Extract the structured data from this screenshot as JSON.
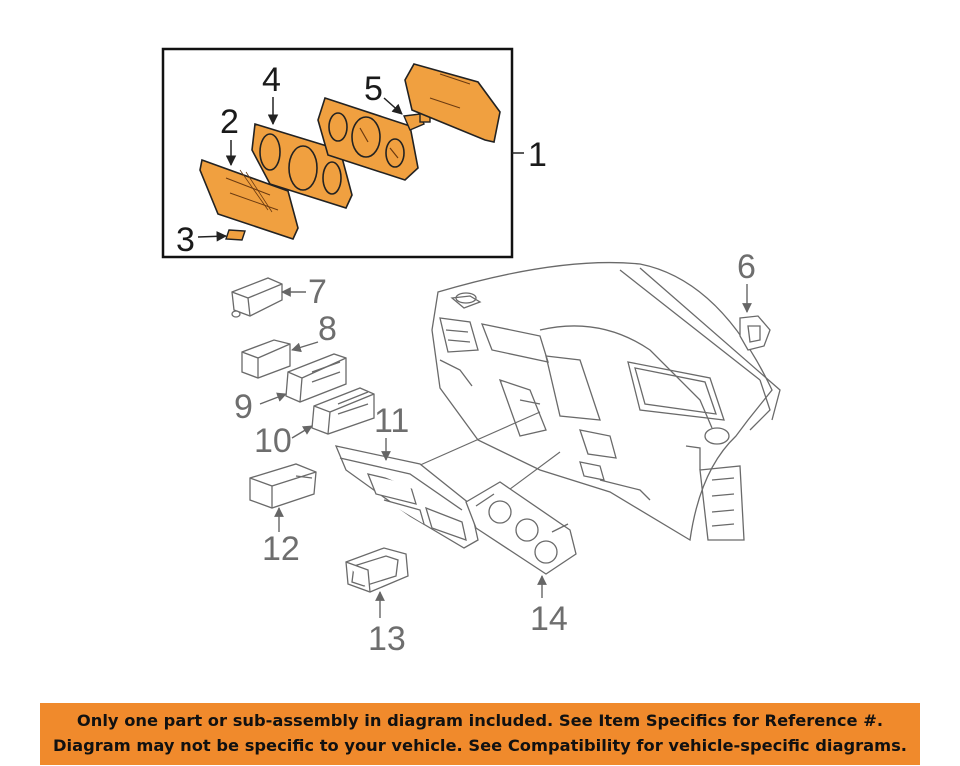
{
  "callouts": {
    "c1": "1",
    "c2": "2",
    "c3": "3",
    "c4": "4",
    "c5": "5",
    "c6": "6",
    "c7": "7",
    "c8": "8",
    "c9": "9",
    "c10": "10",
    "c11": "11",
    "c12": "12",
    "c13": "13",
    "c14": "14"
  },
  "colors": {
    "highlight": "#f0a040",
    "outline": "#222222",
    "grey_part": "#7a7a7a",
    "banner": "#f08a2c"
  },
  "footer": {
    "line1": "Only one part or sub-assembly in diagram included. See Item Specifics for Reference #.",
    "line2": "Diagram may not be specific to your vehicle. See Compatibility for vehicle-specific diagrams."
  }
}
